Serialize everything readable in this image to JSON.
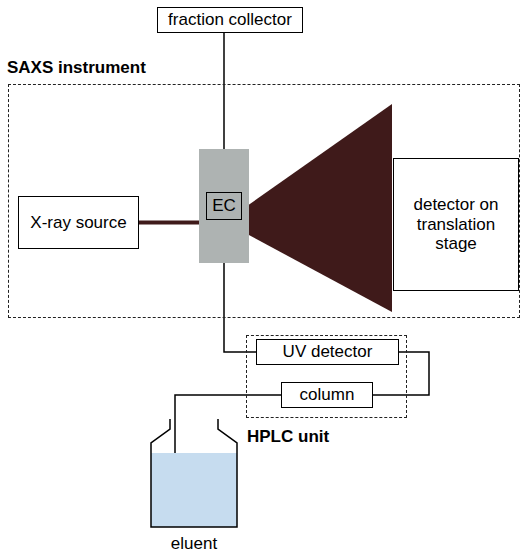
{
  "diagram": {
    "nodes": [
      {
        "text": [
          "fraction collector"
        ]
      },
      {
        "text": [
          "SAXS instrument"
        ]
      },
      {
        "text": [
          "X-ray source"
        ],
        "in": 1
      },
      {
        "text": [
          "EC"
        ],
        "in": 1
      },
      {
        "text": [
          "detector on translation stage"
        ],
        "in": 1
      },
      {
        "text": [
          "HPLC unit"
        ]
      },
      {
        "text": [
          "UV detector"
        ],
        "in": 5
      },
      {
        "text": [
          "column"
        ],
        "in": 5
      },
      {
        "text": [
          "eluent"
        ]
      }
    ],
    "edges": [
      {
        "from": 8,
        "to": 7,
        "arrow": "none"
      },
      {
        "from": 7,
        "to": 6,
        "arrow": "none"
      },
      {
        "from": 6,
        "to": 3,
        "arrow": "none"
      },
      {
        "from": 3,
        "to": 0,
        "arrow": "none"
      },
      {
        "from": 2,
        "to": 3,
        "arrow": "none"
      }
    ]
  }
}
